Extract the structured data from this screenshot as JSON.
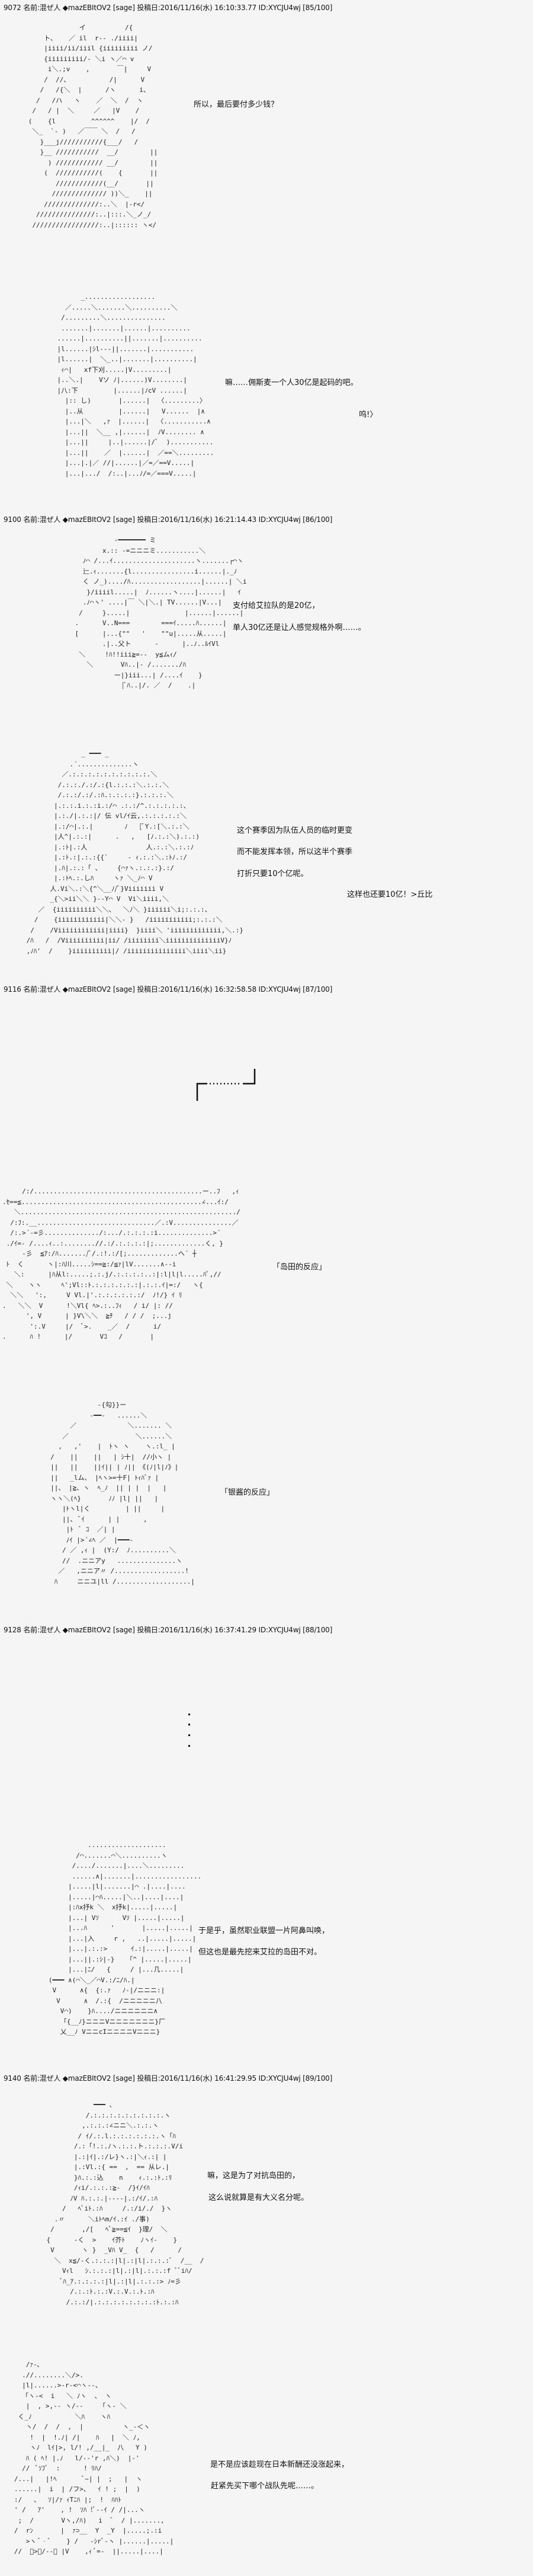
{
  "posts": [
    {
      "header": "9072 名前:混ぜ人 ◆mazEBItOV2 [sage] 投稿日:2016/11/16(水) 16:10:33.77 ID:XYCJU4wj [85/100]",
      "lines": [
        "所以，最后要付多少钱？",
        "嘛……佣斯麦一个人30亿是起码的吧。",
        "呜!〉"
      ]
    },
    {
      "header": "9100 名前:混ぜ人 ◆mazEBItOV2 [sage] 投稿日:2016/11/16(水) 16:21:14.43 ID:XYCJU4wj [86/100]",
      "lines": [
        "支付给艾拉队的是20亿，",
        "单人30亿还是让人感觉规格外啊……。",
        "这个赛季因为队伍人员的临时更变",
        "而不能发挥本领，所以这半个赛季",
        "打折只要10个亿呢。",
        "这样也还要10亿！>丘比"
      ]
    },
    {
      "header": "9116 名前:混ぜ人 ◆mazEBItOV2 [sage] 投稿日:2016/11/16(水) 16:32:58.58 ID:XYCJU4wj [87/100]",
      "lines": [
        "「岛田的反应」",
        "「银酱的反应」"
      ]
    },
    {
      "header": "9128 名前:混ぜ人 ◆mazEBItOV2 [sage] 投稿日:2016/11/16(水) 16:37:41.29 ID:XYCJU4wj [88/100]",
      "lines": [
        "于是乎，虽然职业联盟一片阿鼻叫唤，",
        "但这也是最先挖来艾拉的岛田不对。"
      ]
    },
    {
      "header": "9140 名前:混ぜ人 ◆mazEBItOV2 [sage] 投稿日:2016/11/16(水) 16:41:29.95 ID:XYCJU4wj [89/100]",
      "lines": [
        "嘛，这是为了对抗岛田的，",
        "这么说就算是有大义名分呢。",
        "是不是应该趁现在日本新酬还没涨起来，",
        "赶紧先买下哪个战队先呢……。"
      ]
    }
  ],
  "art": {
    "a1": "                   イ          /{\n          ト、   ／ il  r‐- ./iiii|\n          |iiii/ii/iiil {iiiiiiiii ノ/\n          {iiiiiiiii/‐ ＼i ヽ／⌒ v\n           i＼.;v    ,       ￣|     V\n          /  //、          /|      V\n         /   /{＼  |      /ヽ      i、\n        /   /ハ   ヽ    ／  ＼  /  ヽ\n       /   / |  ＼     ／   |V    /\n      (    {l         ^^^^^^    |/  /\n       ＼_  `‐ )   ／￣￣ ＼  /   /\n         }___j///////////{___/   /\n         }__ ///////////  __/        ||\n           ) //////////// __/        ||\n          (  ///////////(    {       ||\n             ////////////(__/       ||\n            ////////////// ))＼_    ||\n          //////////////:..＼  |-r</\n        ///////////////:..|:::.＼_ノ_/\n       /////////////////:..|:::::: ヽ</",
    "a2": "          _..................\n      ／.....＼.......＼..........＼\n     /.........＼...............\n     .......|.......|......|..........\n    ......|..........||.......|..........\n    |l......|ｼl‐‐‐||.......|...........\n    |l......|  ＼_..|.......|..........|\n     ｨ⌒|   xf下刈.....|V.........|\n    |..＼.|    Vソ ﾉ|......)V........|\n    |八:下         |......|ﾉcV ......|\n      |:: し)       |......|  〈.........〉\n      |..从         |......|   V......  |∧\n      |...|＼   ,ｧ  |......|  〈...........∧\n      |...||  ＼__ ,|......|  ﾉV........ ∧\n      |...||     |..|......|/ﾞ  )...........\n      |...||    ／  |......|  ／==＼.........\n      |...|.|／ //|......|／=／==V.....|\n      |...|.../  /:..|...ﾉ/=／===V.....|",
    "a3": "              -━━━━━━━ ミ\n           x.:: -=ニニニミ...........＼\n      ﾉ⌒ /...ｲ.....................ヽ.......┌⌒ヽ\n      辷.ｨ.......{l................i......|._ﾉ\n      く ノ_)..../ﾊ..................|......| ＼i\n       }/iiiil.....|  ﾉ......ヽ....|......|   ｲ\n      .ﾉ⌒ヽ' ....|￣ ＼|＼.| TV......|V...|\n     /     }.....|              |......|......|\n    .      V..N===        ===ｲ.....ﾊ......|\n    [      |...{\"\"   '    \"\"u|.....从.....|\n           .|..父ト      -      |..ﾉ..ﾙｲVl\n     ＼     !ﾊ!!iii≧=--  y≦ムｨ/\n       ＼       Vﾊ..|‐ /......./ﾊ\n              ー|}iii...| /....ｲ    }\n                |ﾞﾊ..|/. ／  /    .|",
    "a4": "               _ ━━━ _\n            .´..............ヽ\n          ／.:.:.:.:.:.:.:.:.:.:.＼\n         /.:.:./.:/.:{l.:.:.:＼.:.:.＼\n         /.:.:/.:/.:ﾊ.:.:.:.:}.:.:.:.＼\n        |.:.:.i.:.:i.:/⌒ .:.:/^.:.:.:.:.:、\n        |.:./|.:.:|/ 伝 vl/ｲ云,.:.:.:.:.:＼\n        |.:/⌒|.:.|        ﾉ   [ﾞY.:[＼.:.:＼\n        |人^|.:.:|      .   ,   [ﾉ.:.:＼).:.:)\n        |.:ﾄ|.:人               人.:.:＼.:.:ﾉ\n        |.:ﾄ.:|.:.:{{`     ‐ ｨ.:.:＼.:ﾄﾉ.:/\n        |.ﾊ|.:.:「 、    {⌒ｧヽ.:.:.:}.:/\n        |.:ﾄﾍ.:.しﾊ     ヽｧ ＼_ﾉ⌒ V\n       人.Vi＼.:＼{^＼__ﾉ/ﾞ}Viiiiiii V\n       _{＼>ii＼＼ }‐‐Y⌒ V  Vi＼iiii,＼\n    ／  {iiiiiiiiii＼＼、  ＼ﾉ＼ }iiiiii＼i;:.:.:、\n   /    {iiiiiiiiiiii|＼＼‐ }   /iiiiiiiiiii;:.:.:＼\n  /    /Viiiiiiiiiiii|iiii}  }iiii＼ 'iiiiiiiiiiiii,＼.:}\n /ﾊ   /  /Viiiiiiiiii|ii/ /iiiiiiii＼iiiiiiiiiiiiiiV}ﾉ\n ,ﾉﾊ'  /    }iiiiiiiiii|/ /iiiiiiiiiiiiiii＼iiii＼ii}",
    "a5": "     /:/...........................................ー..ﾌ   ,ｨ\n.ｾ==≦..............................................∠...ｲ:/\n   ＼......................................................./\n  /:ﾌ:.__..............................／.:V...............／\n  /:.>´‐=彡............../:.../.:.:.:.:i..............>´\n ./ｲ=‐ /....ｨ..:........//.:/.:.:.:.:|;.............く, }\n     ‐彡  ≦ｱ:/ﾊ......./ﾞ/.:!.:/[;.............ヘ´ ┼\n ﾄ  く      ヽ|:ﾊ川.....ｼ==≧:/≦ｧ|lV.......∧‐‐i\n   ＼:      |ﾊ从l:.....;.:.j/.:.:.:.:..:|:l|l|l.....ﾊﾟ,//\n ＼    ヽヽ     ﾍ';Vl::ﾄ.:.:.:.:.:.:|.:.:.ｲ|=:/   ヽ{\n  ＼＼   ':,     V Vl.|'.:.:.:.:.:.:/  ﾉ!/} ｲ ﾘ\n.   ＼＼  V      !＼Vl{ ﾍ>.:..ﾌｨ   / i/ |: //\n      ', V      | }V\\＼＼  ≧ﾁ   / / /  ;...j\n       ':.V     |/  ﾞ>.    _／  /      i/\n.      ﾊ !      |/       Vｺ   /       |",
    "a6": "                 -{勾}}ー\n               -━━-   ......＼\n          ／             ＼....... ＼\n        ／                 ＼......＼\n       ,   ,'    |  ﾄヽ ヽ    ヽ.:l_ |\n     /    ||    ||   | ｼ十|  //小ヽ |\n     ||   ||    ||ｲ|| | ﾉ|| 《(ﾉ|l|ﾉ》|\n     ||   _lム、 |ﾍヽ>=十F| ﾄｨﾊﾞｧ |\n     ||、 |≧、ヽ  ﾍ_ﾉ  || | |  |   |\n     ヽヽ＼(ﾍ}       ﾉﾉ |l| ||   |\n        |ﾄヽl|く         | ||     |\n        ||、 ﾞｲ      | |      ,\n         |ﾄ  ﾞ ｺ  ／| |\n         ﾉｲ |>´∠ﾍ ／  |━━━-\n        / ／ ,ｨ |  (Y:/  ﾉ..........＼\n        //  .ニニアy   ...............ヽ\n       ／   ,ニニア〃 /..................!\n      ﾊ     ニニユ|ll /...................|",
    "a7": "             ....................\n          /⌒.......⌒＼..........ヽ\n         /..../.......|....＼.........\n         ......∧|.......|.................\n        |.....|l|.......|⌒ .|....|....\n        |.....|⌒ﾊ.....|＼..|....|....|\n        |:ﾊx抒k ＼  x抒k|.....|.....|\n        |...| Vｿ      Vｿ |.....|.....|\n        |...ﾊ      '       |.....|.....|\n        |...|入     r ,   ..|.....|.....|\n        |...|.:.:>      ｲ.:|.....|.....|\n        |...||.:ｼ|‐}   「^ |.....|.....|\n        |...|ﾆ/   {     / |...几.....|\n   (━━━ ∧(⌒＼_／⌒V.:/ﾆ/ﾊ.|\n    V      ∧{  {:.ｧ   ﾉ‐|/ニニニ:|\n     V      ∧  /.:{  /ニニニニニ八\n      V⌒)    }ﾊ..../ニニニニニニ∧\n      「{__ﾉ}ニニニVニニニニニニニ}厂\n      乂__ﾉ VニニcIニニニニVニニニ}",
    "a8": "                ━━━ 、\n              /.:.:.:.:.:.:.:.:.:.ヽ\n             ,.:.:.:∠ニニ＼.:.:.ヽ\n            / ｲ/.:.l.:.:.:.:.:.:.ヽ「ﾊ\n           /.:「!.:.ﾉヽ.:.:.ト.:.:.:.V/i\n           |.:|ｲ|.:/レ}ヽ.:|＼ｨ.:| |\n           |.:Vl.:{ ==  ,  == 从レ.|\n           }ﾊ.:.:込    n    ｨ.:.:ﾄ.:ﾘ\n           /ｨi/.:.:.:≧‐  /}ｲ/ｲﾊ\n          ﾉV ﾊ.:.:.|‐‐‐‐|.:/ｲ/.:ﾊ\n        /   ﾍﾞiﾄ.:ﾊ     /.:/i/./  }ヽ\n      .〃      ＼iﾄﾍm/ｲ.:ｲ ./事)\n     /       ,/[   ﾍﾞ≧==≦ｲ  }理/  ＼\n    {      ‐く  >    ｲ芥ﾄ    ﾉヽｲ‐    }\n     V       ヽ }  _Vﾊ V_  {   /      /\n      ＼  x≦/‐く.:.:.:|l|.:|l|.:.:.:ﾞ  /__  /\n        Vｨl   ｼ.:.:.:|l|.:|l|.:.:.:f ﾞﾞiﾊ/\n        ﾞﾊ_ｱ.:.:.:.:|l|.:|l|.:.:.:> ﾉ=彡\n          /.:.:ﾄ.:.:V.:.V.:.ﾄ.:ﾊ\n         /.:.:/|.:.:.:.:.:.:.:.:ﾄ.:.:ﾊ",
    "a9": "      /ｧ-､\n     .//........＼/>.\n     |l|......>‐r‐<⌒ヽ‐‐、\n     「ヽ‐<  i   ＼ ﾉヽ  、 ヽ\n      |  , >,‐‐ ヽ/‐‐    「ヽ‐ ＼\n    く_ﾉ           ＼ﾊ    ヽﾊ\n      ヽ/  /  /  ,  |          ヽ_‐＜ヽ\n       !  |  !.ﾉ| /|    ﾊ   |  ＼ ﾉ,\n       ヽﾉ  lｲ|>, l/! ,/__|_  八   Y )\n      ﾊ ( ﾍ! |.ﾉ   l/‐‐'r ,ﾊ＼)  |‐'\n     //  ﾞｿﾌﾞ  :      ! ﾘﾊ/\n   /...|   |!ﾍ       ﾞ~| |  ;   |  ヽ\n   ......|  i  | /フ>、  ｲ ! ;  |  )\n   :/   、  ｿ|/ｧ ｨTﾆﾊ |;  !  ﾊﾊﾄ\n   ' /   ｱ'    , !  ｿﾊ !ﾞ‐‐ｲ / /|...ヽ\n    ;  /       Vヽ,/ﾊ)   i  ﾞ  / |.......,\n   /  rﾝ       |  ｧ⊃__  Y  _Y  |.....;.:i\n      >ヽ ﾞ‐ﾞ    } /   ‐ｼrﾞ‐ヽ |......|.....|\n   //  ﾞ>ﾞ/‐‐ﾞ |V    ,ｨ ﾞ=‐  ||.....|....|"
  }
}
